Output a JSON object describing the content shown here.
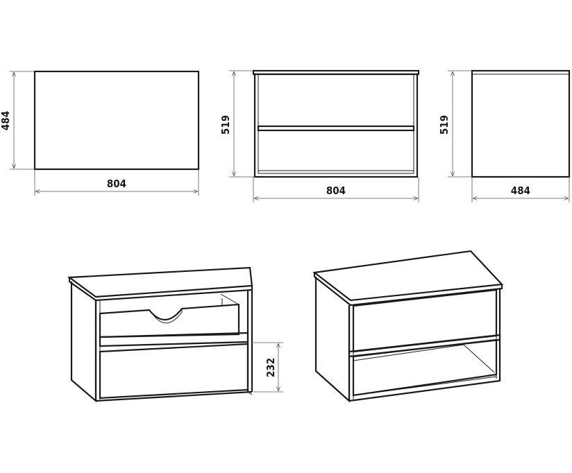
{
  "views": {
    "top": {
      "width_label": "804",
      "depth_label": "484"
    },
    "front": {
      "width_label": "804",
      "height_label": "519"
    },
    "side": {
      "depth_label": "484",
      "height_label": "519"
    },
    "iso_front": {
      "drawer_height_label": "232"
    }
  },
  "colors": {
    "stroke": "#1a1a1a",
    "dimension": "#555555",
    "hatch": "#999999"
  }
}
